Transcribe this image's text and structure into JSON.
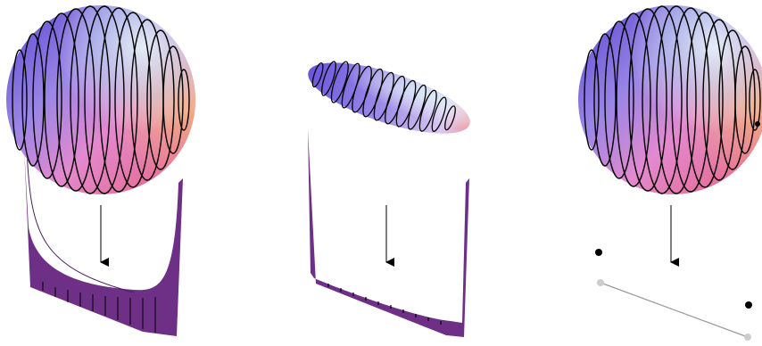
{
  "figure": {
    "panels": [
      {
        "id": "panel-left",
        "shape": "sphere",
        "projection": "curved-profile",
        "level_curves": 13
      },
      {
        "id": "panel-middle",
        "shape": "flattened-ellipsoid",
        "projection": "nearly-flat-profile",
        "level_curves": 13
      },
      {
        "id": "panel-right",
        "shape": "sphere",
        "projection": "discrete-points",
        "level_curves": 13,
        "points": 3
      }
    ],
    "colors": {
      "sphere_blue": "#6a4fd8",
      "sphere_pink": "#e27cc6",
      "sphere_peach": "#f0a880",
      "sphere_light": "#cfe6f2",
      "profile_fill": "#6e2f86",
      "line": "#000000",
      "gray_line": "#aaaaaa",
      "gray_point": "#cccccc"
    }
  }
}
